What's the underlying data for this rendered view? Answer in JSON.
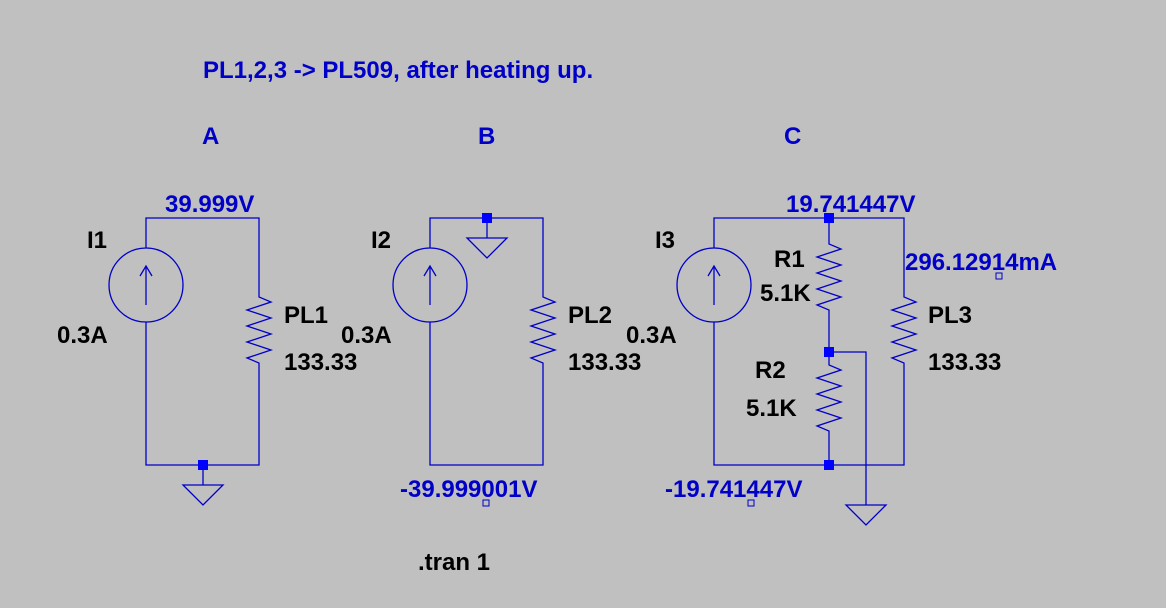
{
  "title": "PL1,2,3 -> PL509, after heating up.",
  "directive": ".tran 1",
  "colors": {
    "background": "#c0c0c0",
    "wire": "#0000c8",
    "text_blue": "#0000c8",
    "text_black": "#000000"
  },
  "circuits": {
    "a": {
      "section": "A",
      "source_name": "I1",
      "source_value": "0.3A",
      "load_name": "PL1",
      "load_value": "133.33",
      "voltage_top": "39.999V"
    },
    "b": {
      "section": "B",
      "source_name": "I2",
      "source_value": "0.3A",
      "load_name": "PL2",
      "load_value": "133.33",
      "voltage_bottom": "-39.999001V"
    },
    "c": {
      "section": "C",
      "source_name": "I3",
      "source_value": "0.3A",
      "r1_name": "R1",
      "r1_value": "5.1K",
      "r2_name": "R2",
      "r2_value": "5.1K",
      "load_name": "PL3",
      "load_value": "133.33",
      "voltage_top": "19.741447V",
      "voltage_bottom": "-19.741447V",
      "current": "296.12914mA"
    }
  }
}
